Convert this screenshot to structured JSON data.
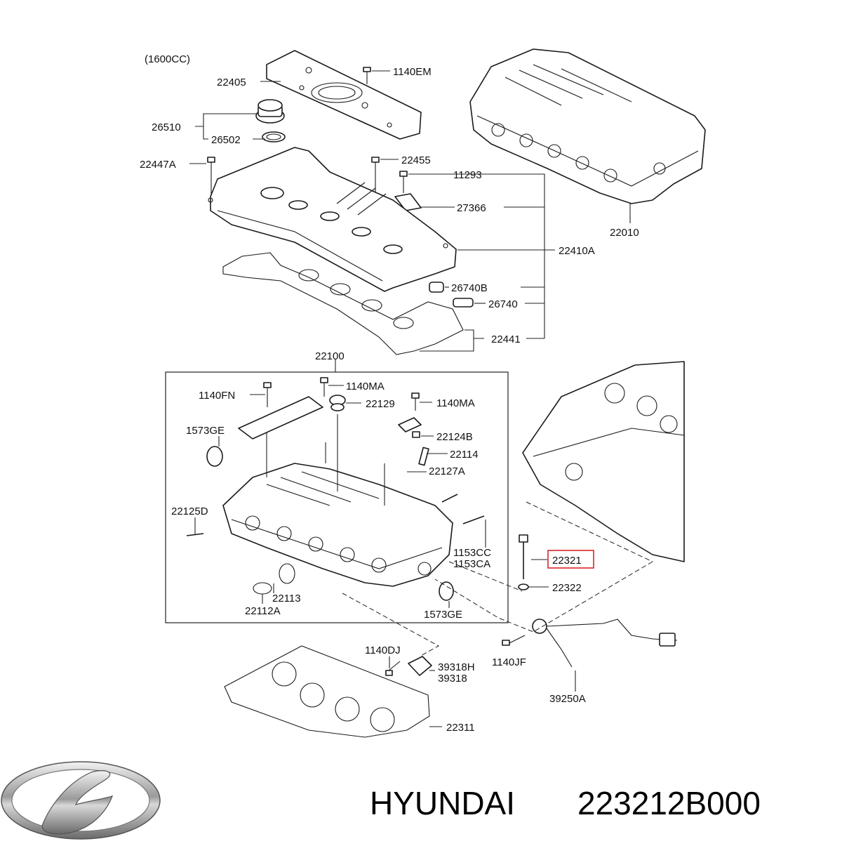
{
  "variant_label": "(1600CC)",
  "labels": {
    "p_1140em": "1140EM",
    "p_22405": "22405",
    "p_26510": "26510",
    "p_26502": "26502",
    "p_22447a": "22447A",
    "p_22455": "22455",
    "p_11293": "11293",
    "p_27366": "27366",
    "p_22410a": "22410A",
    "p_26740b": "26740B",
    "p_26740": "26740",
    "p_22441": "22441",
    "p_22010": "22010",
    "p_22100": "22100",
    "p_1140fn": "1140FN",
    "p_1140ma_a": "1140MA",
    "p_22129": "22129",
    "p_1140ma_b": "1140MA",
    "p_1573ge_a": "1573GE",
    "p_22124b": "22124B",
    "p_22114": "22114",
    "p_22127a": "22127A",
    "p_22125d": "22125D",
    "p_1153cc": "1153CC",
    "p_1153ca": "1153CA",
    "p_22321": "22321",
    "p_22322": "22322",
    "p_22113": "22113",
    "p_22112a": "22112A",
    "p_1573ge_b": "1573GE",
    "p_1140dj": "1140DJ",
    "p_39318h": "39318H",
    "p_39318": "39318",
    "p_1140jf": "1140JF",
    "p_39250a": "39250A",
    "p_22311": "22311"
  },
  "highlight_part": "22321",
  "highlight_color": "#d9262c",
  "brand": {
    "name": "HYUNDAI",
    "part_number": "223212B000",
    "logo_icon": "hyundai-logo-icon"
  }
}
